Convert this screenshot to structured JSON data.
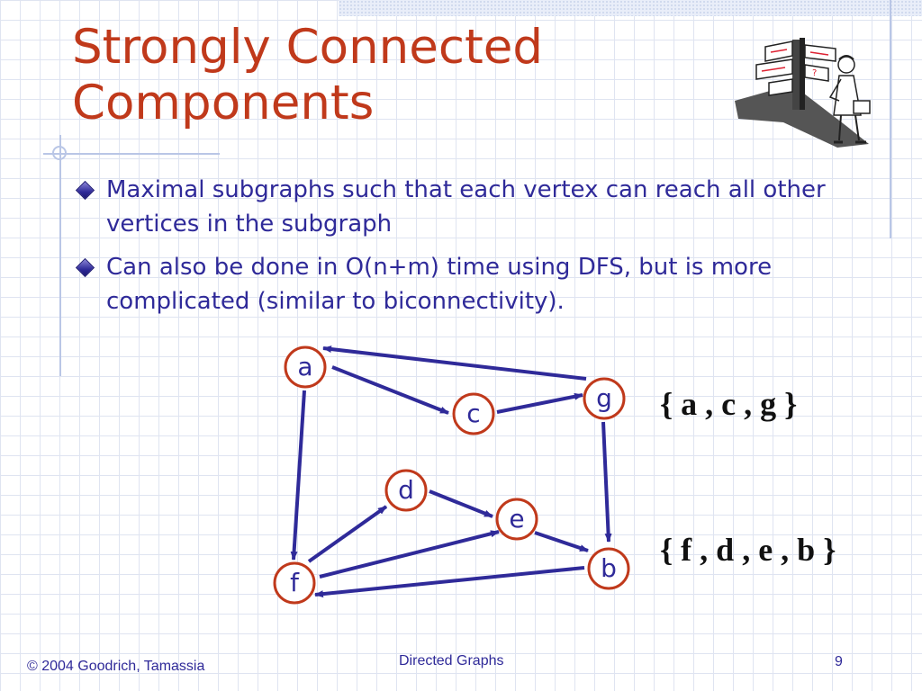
{
  "slide": {
    "title": "Strongly Connected Components",
    "bullets": [
      "Maximal subgraphs such that each vertex can reach all other vertices in the subgraph",
      "Can also be done in O(n+m) time using DFS, but is more complicated (similar to biconnectivity)."
    ]
  },
  "graph": {
    "vertices": [
      "a",
      "c",
      "g",
      "d",
      "e",
      "f",
      "b"
    ],
    "components": [
      "{ a , c , g }",
      "{ f , d , e , b }"
    ]
  },
  "footer": {
    "copyright": "© 2004 Goodrich, Tamassia",
    "center": "Directed Graphs",
    "page_number": "9"
  },
  "colors": {
    "title": "#c0391b",
    "text": "#2f2a99",
    "vertex_border": "#c0391b",
    "edge": "#2f2a99"
  },
  "icons": {
    "illustration": "signpost-person-icon",
    "bullet": "diamond-bullet-icon"
  }
}
